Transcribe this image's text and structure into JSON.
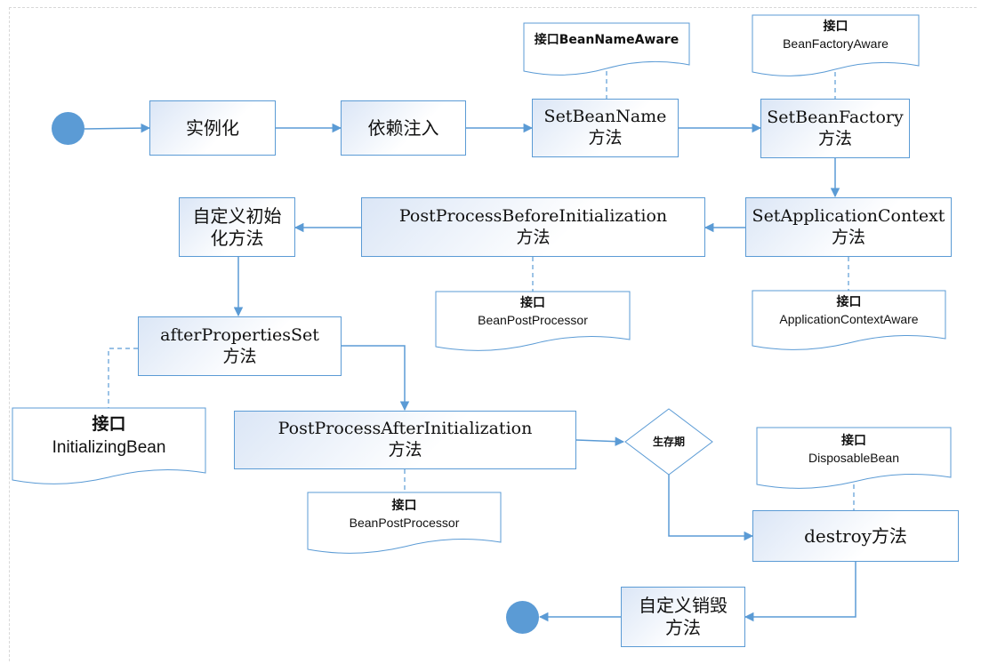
{
  "nodes": {
    "instantiate": "实例化",
    "dependency_injection": "依赖注入",
    "set_bean_name": [
      "SetBeanName",
      "方法"
    ],
    "set_bean_factory": [
      "SetBeanFactory",
      "方法"
    ],
    "set_application_context": [
      "SetApplicationContext",
      "方法"
    ],
    "post_process_before": [
      "PostProcessBeforeInitialization",
      "方法"
    ],
    "custom_init": [
      "自定义初始",
      "化方法"
    ],
    "after_properties_set": [
      "afterPropertiesSet",
      "方法"
    ],
    "post_process_after": [
      "PostProcessAfterInitialization",
      "方法"
    ],
    "lifetime": "生存期",
    "destroy_method": "destroy方法",
    "custom_destroy": [
      "自定义销毁",
      "方法"
    ]
  },
  "notes": {
    "bean_name_aware": "接口BeanNameAware",
    "bean_factory_aware": [
      "接口",
      "BeanFactoryAware"
    ],
    "bean_post_processor_1": [
      "接口",
      "BeanPostProcessor"
    ],
    "application_context_aware": [
      "接口",
      "ApplicationContextAware"
    ],
    "initializing_bean": [
      "接口",
      "InitializingBean"
    ],
    "bean_post_processor_2": [
      "接口",
      "BeanPostProcessor"
    ],
    "disposable_bean": [
      "接口",
      "DisposableBean"
    ]
  },
  "colors": {
    "accent": "#5b9bd5",
    "box_fill": "#dbe6f6",
    "arrow": "#5b9bd5"
  }
}
